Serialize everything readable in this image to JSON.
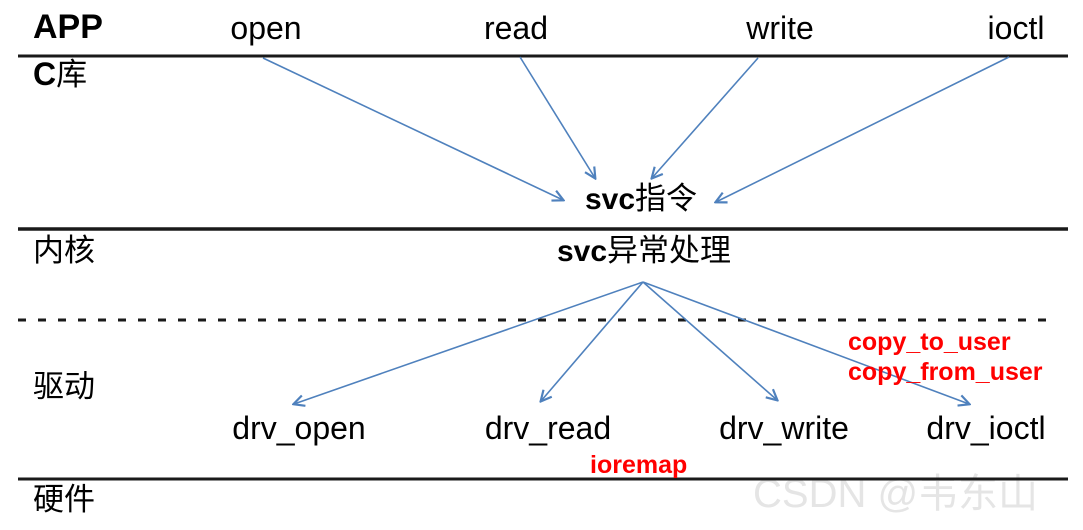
{
  "diagram": {
    "title_context": "Linux driver call flow diagram",
    "colors": {
      "arrow_blue": "#4f81bd",
      "annotation_red": "#ff0000",
      "text_black": "#000000",
      "watermark_gray": "#e5e5e5"
    },
    "layers": {
      "app": "APP",
      "clib_prefix": "C",
      "clib_suffix": "库",
      "kernel": "内核",
      "driver": "驱动",
      "hardware": "硬件"
    },
    "app_calls": [
      "open",
      "read",
      "write",
      "ioctl"
    ],
    "svc_instruction": {
      "prefix": "svc",
      "suffix": "指令"
    },
    "svc_handler": {
      "prefix": "svc",
      "suffix": "异常处理"
    },
    "driver_functions": [
      "drv_open",
      "drv_read",
      "drv_write",
      "drv_ioctl"
    ],
    "annotations": {
      "copy_to_user": "copy_to_user",
      "copy_from_user": "copy_from_user",
      "ioremap": "ioremap"
    },
    "watermark": "CSDN @韦东山"
  }
}
